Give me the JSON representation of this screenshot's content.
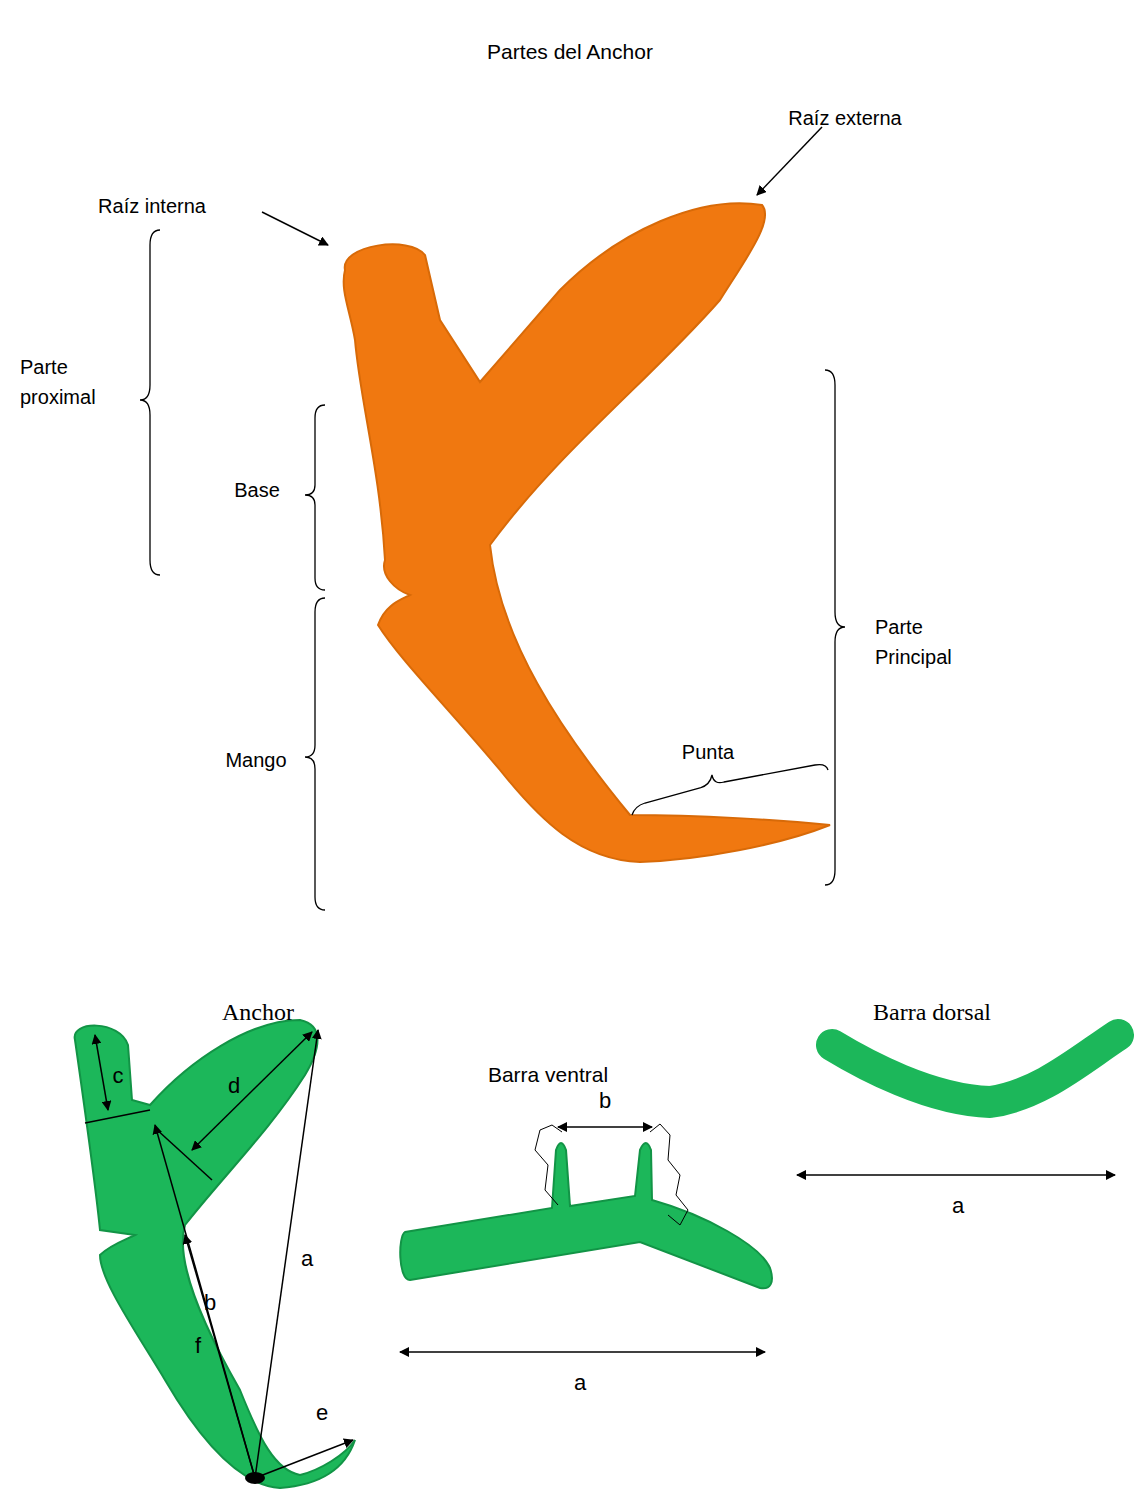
{
  "diagram": {
    "title": "Partes del Anchor",
    "labels": [
      "Raíz externa",
      "Raíz interna",
      "Parte proximal",
      "Base",
      "Parte Principal",
      "Mango",
      "Punta",
      "Anchor",
      "Barra dorsal",
      "Barra ventral",
      "c",
      "d",
      "b",
      "a",
      "f",
      "e",
      "b",
      "a",
      "a"
    ]
  }
}
